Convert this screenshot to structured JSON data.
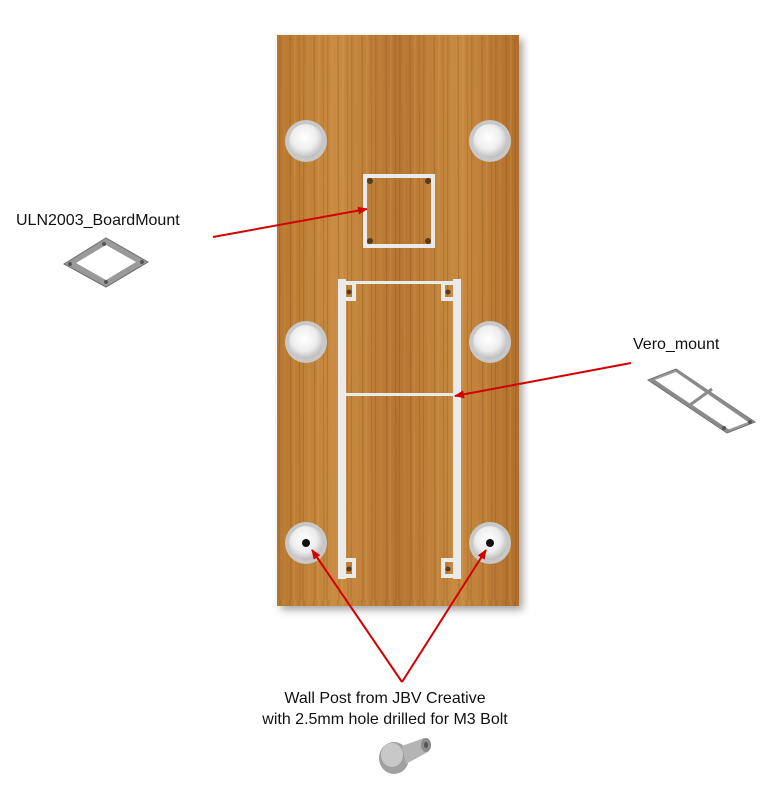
{
  "labels": {
    "board_mount": "ULN2003_BoardMount",
    "vero_mount": "Vero_mount",
    "wall_post_line1": "Wall Post from JBV Creative",
    "wall_post_line2": "with 2.5mm hole drilled for M3 Bolt"
  },
  "colors": {
    "wood_light": "#c98a3e",
    "wood_dark": "#8c5a22",
    "mount_frame": "#e8e8e8",
    "arrow": "#d20000",
    "part_grey": "#8a8a8a"
  }
}
